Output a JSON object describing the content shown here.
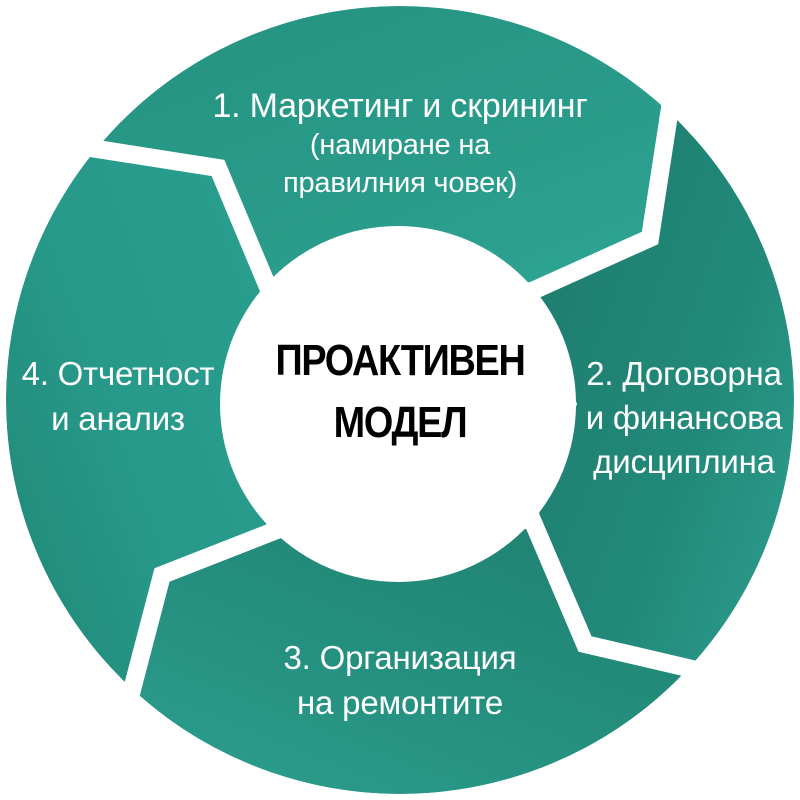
{
  "diagram": {
    "type": "cycle",
    "center": {
      "lines": [
        "ПРОАКТИВЕН",
        "МОДЕЛ"
      ]
    },
    "steps": [
      {
        "number": 1,
        "title": "1. Маркетинг и скрининг",
        "subtitle_lines": [
          "(намиране на",
          "правилния човек)"
        ]
      },
      {
        "number": 2,
        "lines": [
          "2. Договорна",
          "и финансова",
          "дисциплина"
        ]
      },
      {
        "number": 3,
        "lines": [
          "3. Организация",
          "на ремонтите"
        ]
      },
      {
        "number": 4,
        "lines": [
          "4. Отчетност",
          "и анализ"
        ]
      }
    ],
    "colors": {
      "segment_light": "#2fa595",
      "segment_mid": "#26937f",
      "segment_dark": "#1d7a6b",
      "gap": "#ffffff",
      "center_fill": "#ffffff",
      "center_text": "#000000",
      "label_text": "#ffffff"
    }
  }
}
